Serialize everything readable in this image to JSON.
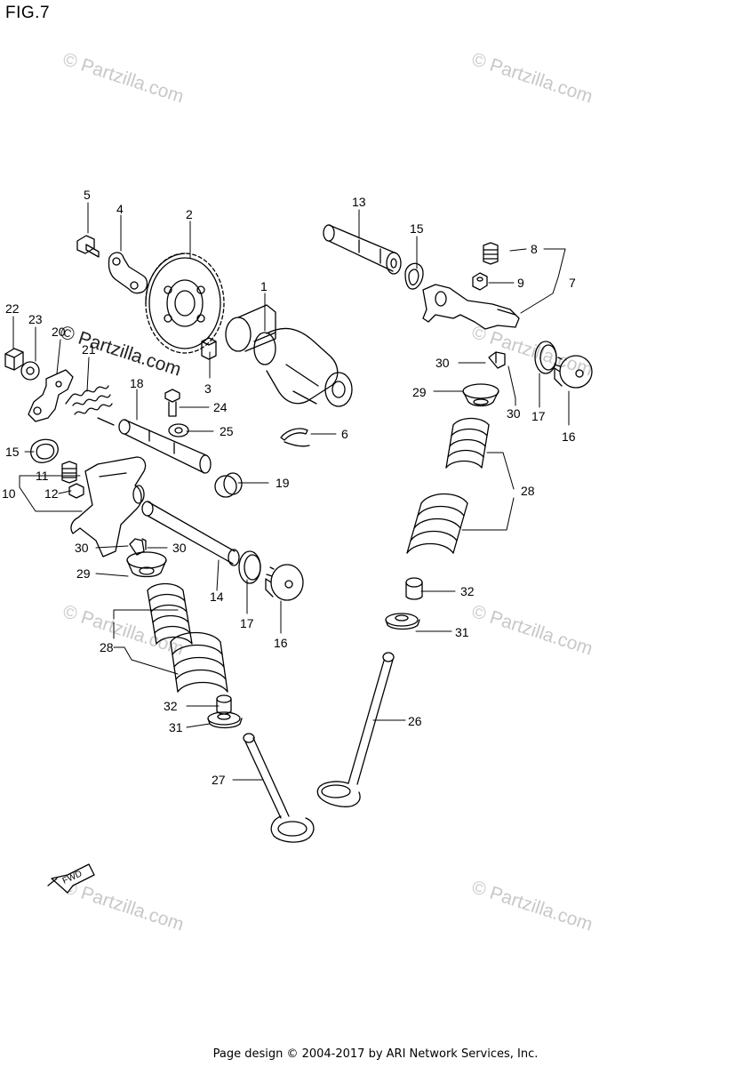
{
  "figure": {
    "title": "FIG.7"
  },
  "watermark": {
    "text": "© Partzilla.com"
  },
  "fwd_label": "FWD",
  "footer": {
    "text": "Page design © 2004-2017 by ARI Network Services, Inc."
  },
  "callouts": {
    "c1": "1",
    "c2": "2",
    "c4": "4",
    "c5": "5",
    "c6": "6",
    "c7": "7",
    "c8": "8",
    "c9": "9",
    "c10": "10",
    "c11": "11",
    "c12": "12",
    "c13": "13",
    "c14": "14",
    "c15a": "15",
    "c15b": "15",
    "c16a": "16",
    "c16b": "16",
    "c17a": "17",
    "c17b": "17",
    "c18": "18",
    "c19": "19",
    "c20": "20",
    "c21": "21",
    "c22": "22",
    "c23": "23",
    "c24": "24",
    "c25": "25",
    "c26": "26",
    "c27": "27",
    "c28a": "28",
    "c28b": "28",
    "c29a": "29",
    "c29b": "29",
    "c30a": "30",
    "c30b": "30",
    "c30c": "30",
    "c30d": "30",
    "c31a": "31",
    "c31b": "31",
    "c32a": "32",
    "c32b": "32",
    "c3": "3"
  }
}
